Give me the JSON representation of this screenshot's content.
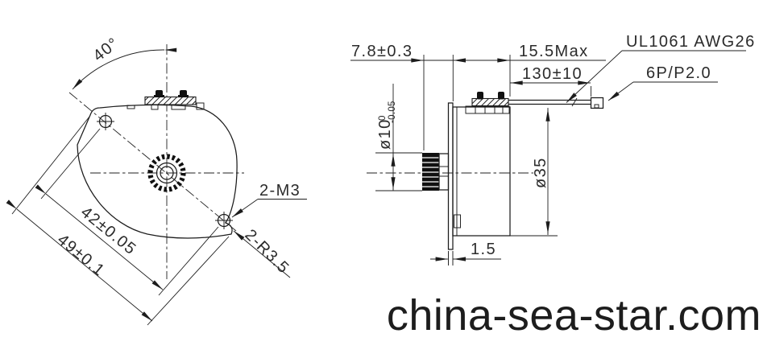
{
  "watermark": "china-sea-star.com",
  "front_view": {
    "angle": "40°",
    "mounting_holes": "2-M3",
    "corner_radius": "2-R3.5",
    "hole_pitch": "42±0.05",
    "body_width": "49±0.1"
  },
  "side_view": {
    "shaft_protrusion": "7.8±0.3",
    "body_depth": "15.5Max",
    "lead_length": "130±10",
    "lead_spec": "UL1061 AWG26",
    "connector_spec": "6P/P2.0",
    "shaft_diameter": "ø10",
    "shaft_tol_upper": "0",
    "shaft_tol_lower": "-0.05",
    "body_diameter": "ø35",
    "plate_thickness": "1.5"
  },
  "colors": {
    "line": "#1c1c1c",
    "text": "#2b2b2b"
  }
}
